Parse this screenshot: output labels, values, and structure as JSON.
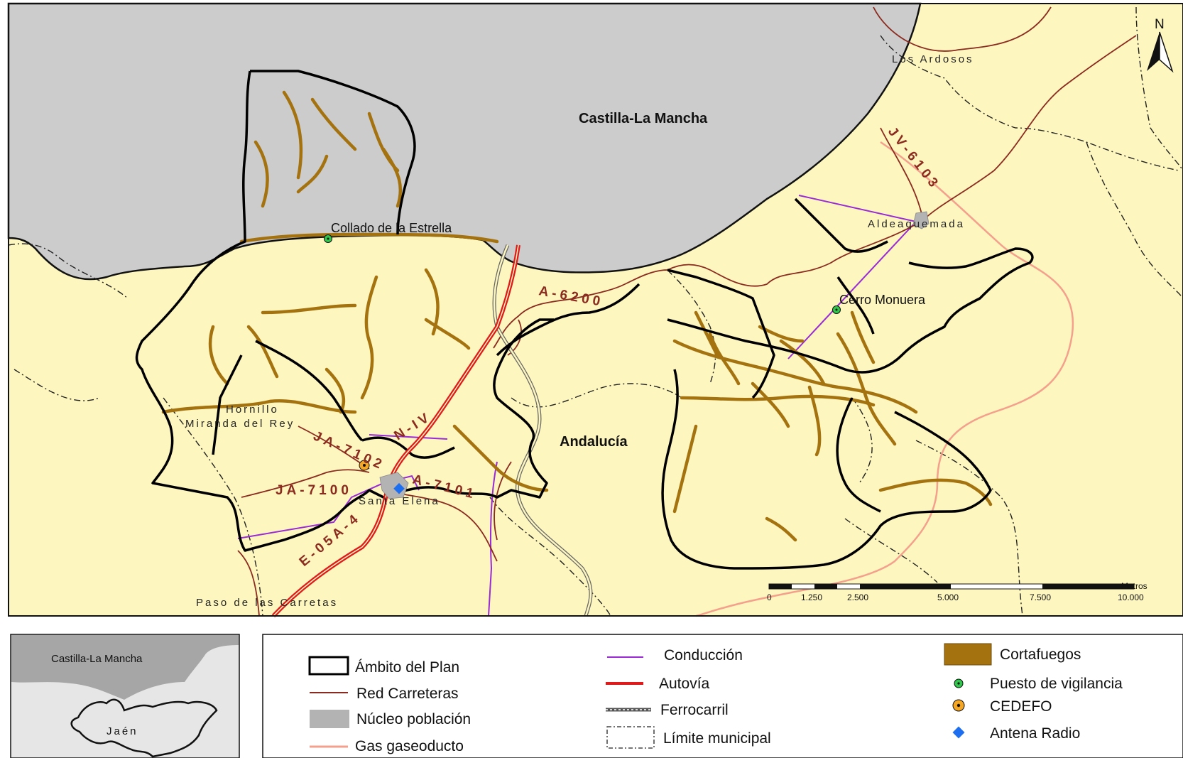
{
  "map": {
    "regions": {
      "castilla": "Castilla-La Mancha",
      "andalucia": "Andalucía"
    },
    "towns": {
      "los_ardosos": "Los Ardosos",
      "aldeaquemada": "Aldeaquemada",
      "hornillo": "Hornillo",
      "miranda": "Miranda del Rey",
      "santa_elena": "Santa Elena",
      "paso": "Paso de las Carretas"
    },
    "lookouts": {
      "collado": "Collado de la Estrella",
      "monuera": "Cerro Monuera"
    },
    "roads": {
      "jv6103": "JV-6103",
      "a6200": "A-6200",
      "ja7102": "JA-7102",
      "ja7100": "JA-7100",
      "a7101": "A-7101",
      "e05a4": "E-05A-4",
      "n_iv": "N-IV"
    },
    "north": "N",
    "scale": {
      "unit": "Metros",
      "ticks": [
        "0",
        "1.250",
        "2.500",
        "5.000",
        "7.500",
        "10.000"
      ]
    },
    "colors": {
      "land": "#fdf6bf",
      "other_region": "#cccccc",
      "firebreak": "#a4720f",
      "roads": "#8b2a1e",
      "highway": "#e0191b",
      "gas_pipeline": "#f4a08c",
      "conduction": "#9a2bd4"
    }
  },
  "inset": {
    "region": "Castilla-La Mancha",
    "province": "Jaén"
  },
  "legend": {
    "items": [
      {
        "label": "Ámbito del Plan",
        "icon": "plan-boundary-icon"
      },
      {
        "label": "Red Carreteras",
        "icon": "road-line-icon"
      },
      {
        "label": "Núcleo población",
        "icon": "settlement-icon"
      },
      {
        "label": "Gas gaseoducto",
        "icon": "gas-pipeline-icon"
      },
      {
        "label": "Conducción",
        "icon": "conduction-line-icon"
      },
      {
        "label": "Autovía",
        "icon": "highway-line-icon"
      },
      {
        "label": "Ferrocarril",
        "icon": "railway-icon"
      },
      {
        "label": "Límite municipal",
        "icon": "municipal-limit-icon"
      },
      {
        "label": "Cortafuegos",
        "icon": "firebreak-icon"
      },
      {
        "label": "Puesto de vigilancia",
        "icon": "lookout-icon"
      },
      {
        "label": "CEDEFO",
        "icon": "cedefo-icon"
      },
      {
        "label": "Antena Radio",
        "icon": "radio-antenna-icon"
      }
    ]
  }
}
